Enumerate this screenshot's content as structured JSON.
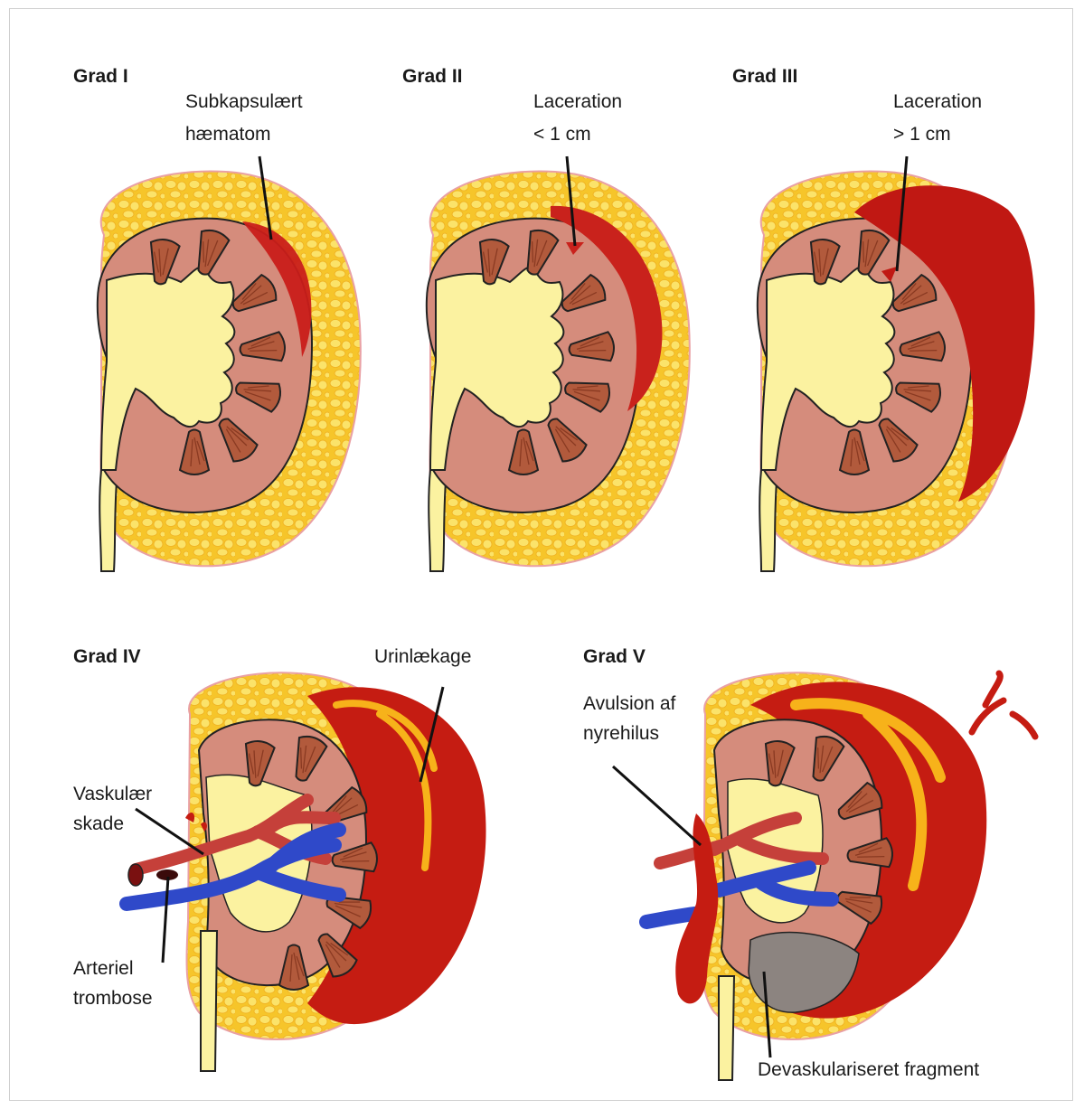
{
  "panels": [
    {
      "grade": "Grad I",
      "label_lines": [
        "Subkapsulært",
        "hæmatom"
      ]
    },
    {
      "grade": "Grad II",
      "label_lines": [
        "Laceration",
        "< 1 cm"
      ]
    },
    {
      "grade": "Grad III",
      "label_lines": [
        "Laceration",
        "> 1 cm"
      ]
    },
    {
      "grade": "Grad IV",
      "labels": {
        "leak": "Urinlækage",
        "vascular": [
          "Vaskulær",
          "skade"
        ],
        "thrombosis": [
          "Arteriel",
          "trombose"
        ]
      }
    },
    {
      "grade": "Grad V",
      "labels": {
        "avulsion": [
          "Avulsion af",
          "nyrehilus"
        ],
        "devasc": "Devaskulariseret fragment"
      }
    }
  ],
  "colors": {
    "fat": "#f6c52a",
    "fat_cell": "#fbe36a",
    "fat_outline": "#e9a0a4",
    "cortex": "#d58c7c",
    "pyramid": "#b25a3c",
    "pelvis": "#fbf2a0",
    "blood_light": "#d93a31",
    "blood_dark": "#b0120f",
    "artery": "#c5403a",
    "vein": "#2f49c9",
    "necrotic": "#8c8480",
    "urine": "#f7b21a"
  }
}
